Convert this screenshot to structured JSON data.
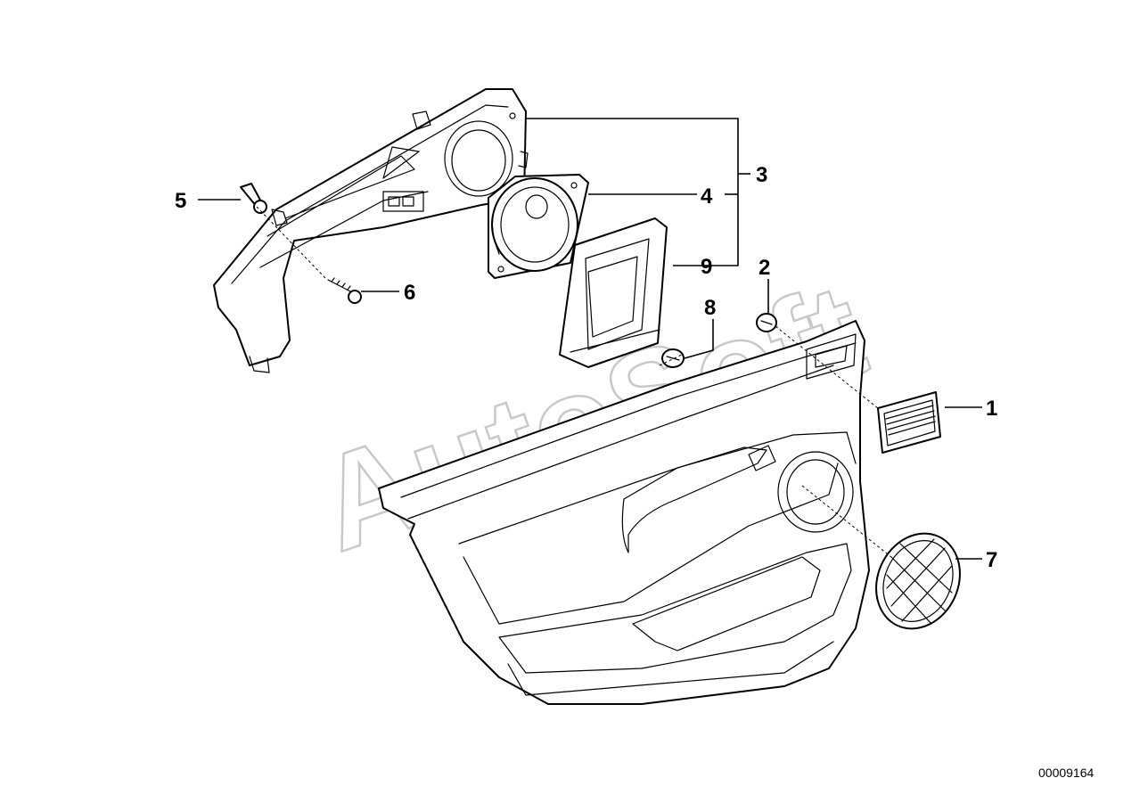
{
  "diagram_id": "00009164",
  "watermark": "AutoSoft",
  "callouts": {
    "c1": "1",
    "c2": "2",
    "c3": "3",
    "c4": "4",
    "c5": "5",
    "c6": "6",
    "c7": "7",
    "c8": "8",
    "c9": "9"
  }
}
